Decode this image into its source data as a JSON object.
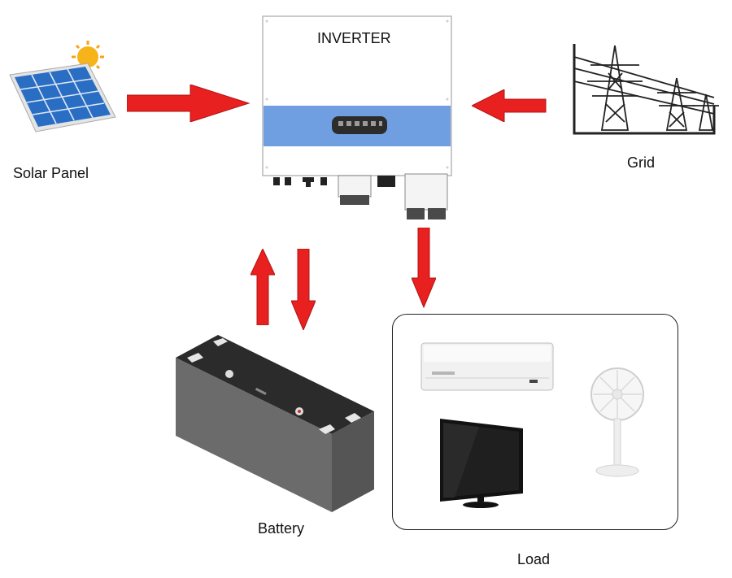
{
  "inverter": {
    "title": "INVERTER"
  },
  "labels": {
    "solar_panel": "Solar Panel",
    "grid": "Grid",
    "battery": "Battery",
    "load": "Load"
  },
  "colors": {
    "arrow": "#e8201f",
    "inverter_band": "#6f9fe0",
    "panel_cell": "#3a7fd0",
    "battery_body": "#6b6b6b"
  },
  "icons": [
    "solar-panel-icon",
    "sun-icon",
    "power-tower-icon",
    "battery-icon",
    "air-conditioner-icon",
    "tv-icon",
    "fan-icon"
  ]
}
